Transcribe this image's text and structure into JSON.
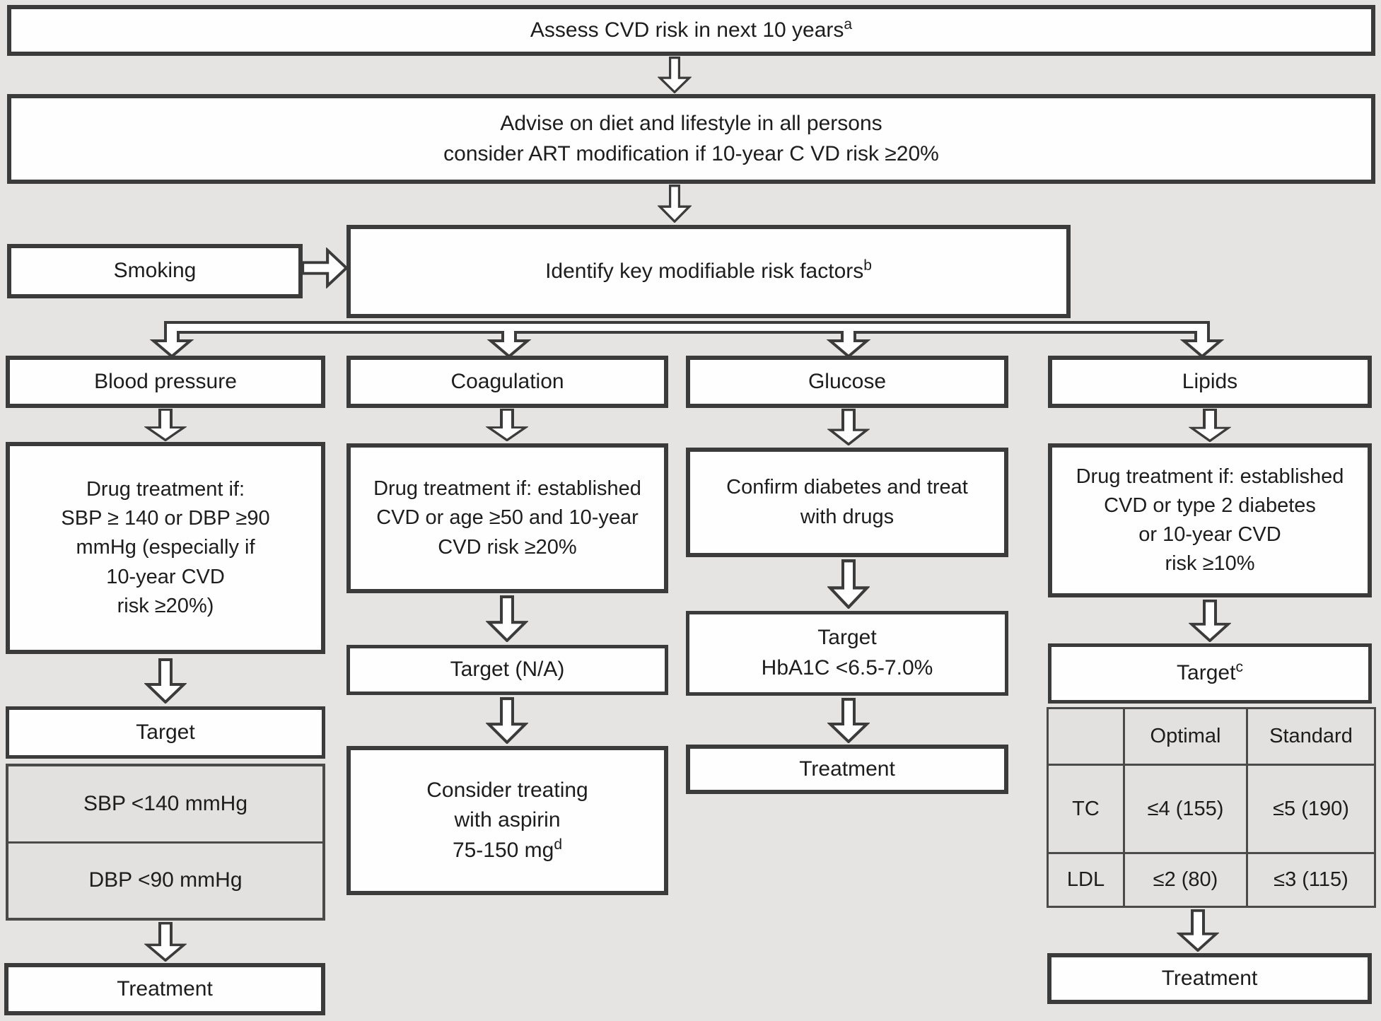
{
  "page": {
    "background_color": "#e5e4e3",
    "border_color": "#3b3b3b",
    "box_fill": "#fefefe",
    "gray_fill": "#e2e1e0"
  },
  "flow": {
    "assess": {
      "text": "Assess CVD risk in next 10 years",
      "sup": "a"
    },
    "advise": {
      "line1": "Advise on diet and lifestyle in all persons",
      "line2": "consider ART modification if 10-year C VD risk ≥20%"
    },
    "smoking": {
      "label": "Smoking"
    },
    "identify": {
      "text": "Identify key modifiable risk factors",
      "sup": "b"
    }
  },
  "columns": {
    "blood_pressure": {
      "header": "Blood pressure",
      "criteria_lines": [
        "Drug treatment if:",
        "SBP ≥ 140 or DBP ≥90",
        "mmHg (especially if",
        "10-year CVD",
        "risk ≥20%)"
      ],
      "target_label": "Target",
      "target_values": [
        "SBP <140 mmHg",
        "DBP <90 mmHg"
      ],
      "treatment_label": "Treatment"
    },
    "coagulation": {
      "header": "Coagulation",
      "criteria_lines": [
        "Drug treatment if: established",
        "CVD or age ≥50 and 10-year",
        "CVD risk ≥20%"
      ],
      "target_label": "Target (N/A)",
      "action_lines": [
        "Consider treating",
        "with aspirin",
        "75-150 mg"
      ],
      "action_sup": "d"
    },
    "glucose": {
      "header": "Glucose",
      "criteria_lines": [
        "Confirm diabetes and treat",
        "with drugs"
      ],
      "target_lines": [
        "Target",
        "HbA1C <6.5-7.0%"
      ],
      "treatment_label": "Treatment"
    },
    "lipids": {
      "header": "Lipids",
      "criteria_lines": [
        "Drug treatment if: established",
        "CVD or type 2 diabetes",
        "or 10-year CVD",
        "risk ≥10%"
      ],
      "target_label": "Target",
      "target_sup": "c",
      "table": {
        "col_headers": [
          "",
          "Optimal",
          "Standard"
        ],
        "rows": [
          {
            "label": "TC",
            "optimal": "≤4 (155)",
            "standard": "≤5 (190)"
          },
          {
            "label": "LDL",
            "optimal": "≤2 (80)",
            "standard": "≤3 (115)"
          }
        ]
      },
      "treatment_label": "Treatment"
    }
  }
}
